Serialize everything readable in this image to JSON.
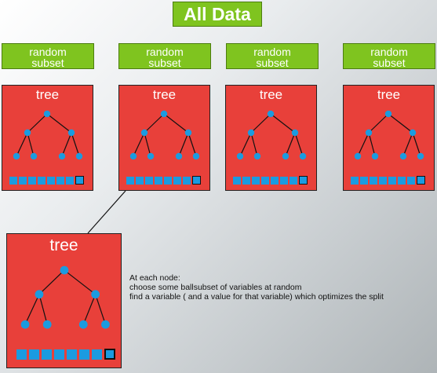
{
  "title": "All Data",
  "subsets": [
    {
      "line1": "random",
      "line2": "subset"
    },
    {
      "line1": "random",
      "line2": "subset"
    },
    {
      "line1": "random",
      "line2": "subset"
    },
    {
      "line1": "random",
      "line2": "subset"
    }
  ],
  "trees": [
    {
      "label": "tree"
    },
    {
      "label": "tree"
    },
    {
      "label": "tree"
    },
    {
      "label": "tree"
    }
  ],
  "detail_tree": {
    "label": "tree"
  },
  "note": {
    "line1": "At each node:",
    "line2": "choose some ballsubset of variables at random",
    "line3": "find a variable ( and a value for that variable) which optimizes the split"
  },
  "colors": {
    "green": "#7fc41f",
    "red": "#e8403a",
    "node_blue": "#1b9be0",
    "background": "#c9ced1"
  },
  "icons": {
    "tree_node": "circle",
    "data_square": "square"
  }
}
